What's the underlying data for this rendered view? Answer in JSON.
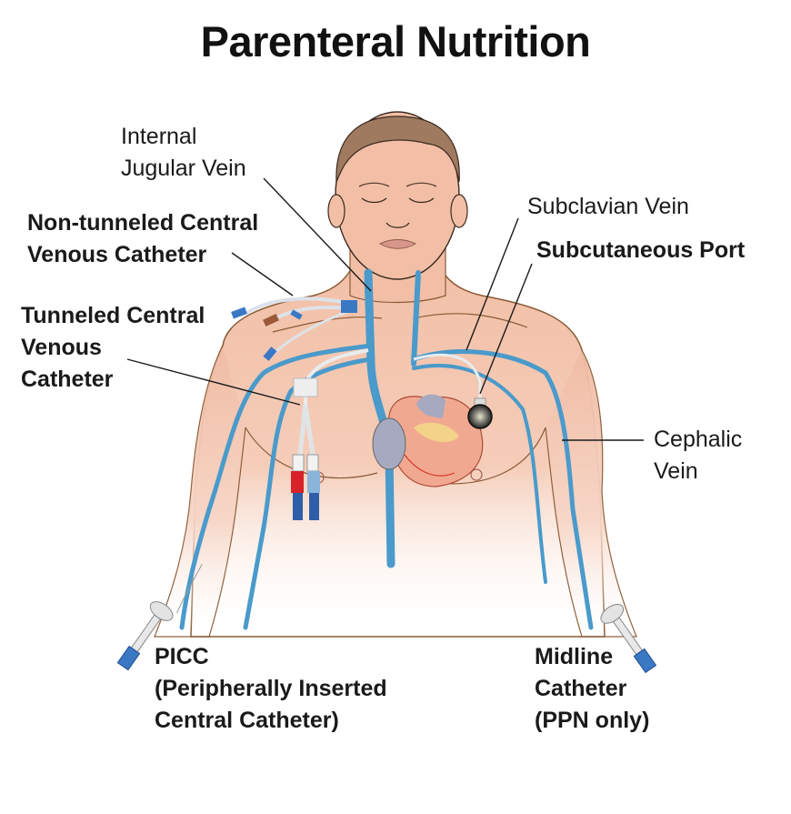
{
  "title": "Parenteral Nutrition",
  "colors": {
    "skin": "#f2bfa6",
    "skin_outline": "#8a5a35",
    "hair": "#a07a5f",
    "vein": "#4a9acb",
    "catheter": "#dfe3e8",
    "hub_blue": "#3a78c4",
    "hub_red": "#d8222a",
    "hub_brown": "#9a5a3a",
    "port": "#2b2b2b",
    "heart": "#f0a990",
    "heart_vessel_grey": "#a6a9c0",
    "heart_fat": "#f3d98a",
    "leader_line": "#1a1a1a",
    "text": "#1a1a1a"
  },
  "labels": {
    "internal_jugular": {
      "lines": [
        "Internal",
        "Jugular Vein"
      ],
      "bold": false
    },
    "non_tunneled_cvc": {
      "lines": [
        "Non-tunneled Central",
        "Venous Catheter"
      ],
      "bold": true
    },
    "tunneled_cvc": {
      "lines": [
        "Tunneled Central",
        "Venous",
        "Catheter"
      ],
      "bold": true
    },
    "subclavian": {
      "lines": [
        "Subclavian Vein"
      ],
      "bold": false
    },
    "subcutaneous_port": {
      "lines": [
        "Subcutaneous Port"
      ],
      "bold": true
    },
    "cephalic": {
      "lines": [
        "Cephalic",
        "Vein"
      ],
      "bold": false
    },
    "picc": {
      "lines": [
        "PICC",
        "(Peripherally Inserted",
        "Central Catheter)"
      ],
      "bold": true
    },
    "midline": {
      "lines": [
        "Midline",
        "Catheter",
        "(PPN only)"
      ],
      "bold": true
    }
  }
}
